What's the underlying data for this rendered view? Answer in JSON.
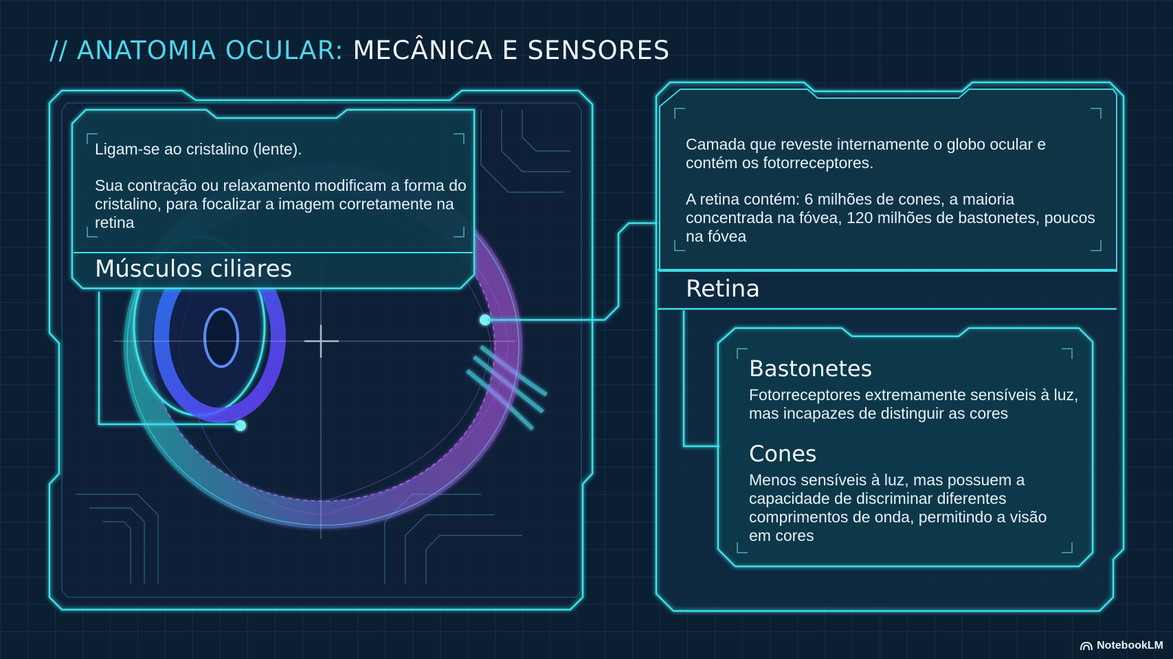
{
  "header": {
    "title_prefix": "// ANATOMIA OCULAR:",
    "title_main": "MECÂNICA E SENSORES"
  },
  "ciliary_panel": {
    "text_1": "Ligam-se ao cristalino (lente).",
    "text_2": "Sua contração ou relaxamento modificam a forma do cristalino, para focalizar a imagem corretamente na retina",
    "heading": "Músculos ciliares"
  },
  "retina_panel": {
    "text_1": "Camada que reveste internamente o globo ocular e contém os fotorreceptores.",
    "text_2": "A retina contém: 6 milhões de cones, a maioria concentrada na fóvea, 120 milhões de bastonetes, poucos na fóvea",
    "heading": "Retina"
  },
  "photoreceptors": {
    "rods_heading": "Bastonetes",
    "rods_text": "Fotorreceptores extremamente sensíveis à luz, mas incapazes de distinguir as cores",
    "cones_heading": "Cones",
    "cones_text": "Menos sensíveis à luz, mas possuem a capacidade de discriminar diferentes comprimentos de onda, permitindo a visão em cores"
  },
  "brand": {
    "name": "NotebookLM"
  },
  "colors": {
    "background": "#0b1f33",
    "accent_cyan": "#3fe0ea",
    "accent_violet": "#b05cf0",
    "accent_blue": "#3d6cff"
  }
}
